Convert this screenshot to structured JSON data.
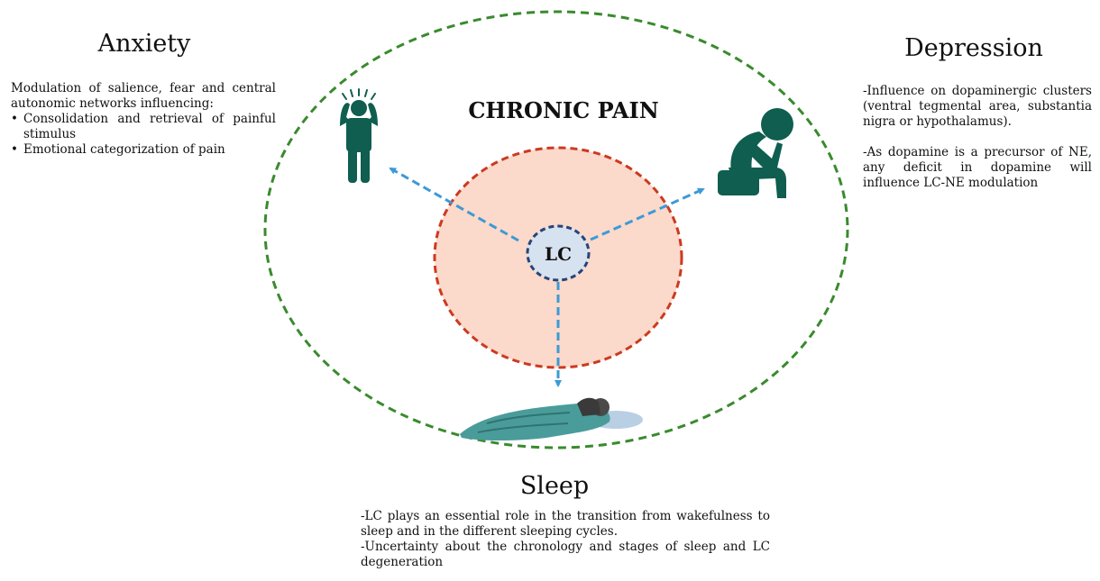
{
  "center": {
    "title": "CHRONIC PAIN",
    "node_label": "LC"
  },
  "anxiety": {
    "heading": "Anxiety",
    "intro": "Modulation of salience, fear and central autonomic networks influencing:",
    "bullets": [
      "Consolidation and retrieval of painful stimulus",
      "Emotional categorization of pain"
    ]
  },
  "depression": {
    "heading": "Depression",
    "paragraphs": [
      "-Influence on dopaminergic clusters (ventral tegmental area, substantia nigra or hypothalamus).",
      "-As dopamine is a precursor of NE, any deficit in dopamine will influence LC-NE modulation"
    ]
  },
  "sleep": {
    "heading": "Sleep",
    "lines": [
      "-LC plays an essential role in the transition from wakefulness to sleep and in the different sleeping cycles.",
      "-Uncertainty about the chronology and stages of sleep and LC  degeneration"
    ]
  },
  "colors": {
    "outer_ring": "#3a8a2e",
    "inner_fill": "#fbd9cb",
    "inner_ring": "#cc3a1f",
    "lc_fill": "#d6e2ef",
    "lc_ring": "#26447a",
    "arrow": "#3d9ad6",
    "figure": "#0f5e4f",
    "blanket": "#4a9c9a"
  },
  "icons": {
    "anxiety": "stressed-person-icon",
    "depression": "sad-seated-person-icon",
    "sleep": "sleeping-person-icon"
  }
}
